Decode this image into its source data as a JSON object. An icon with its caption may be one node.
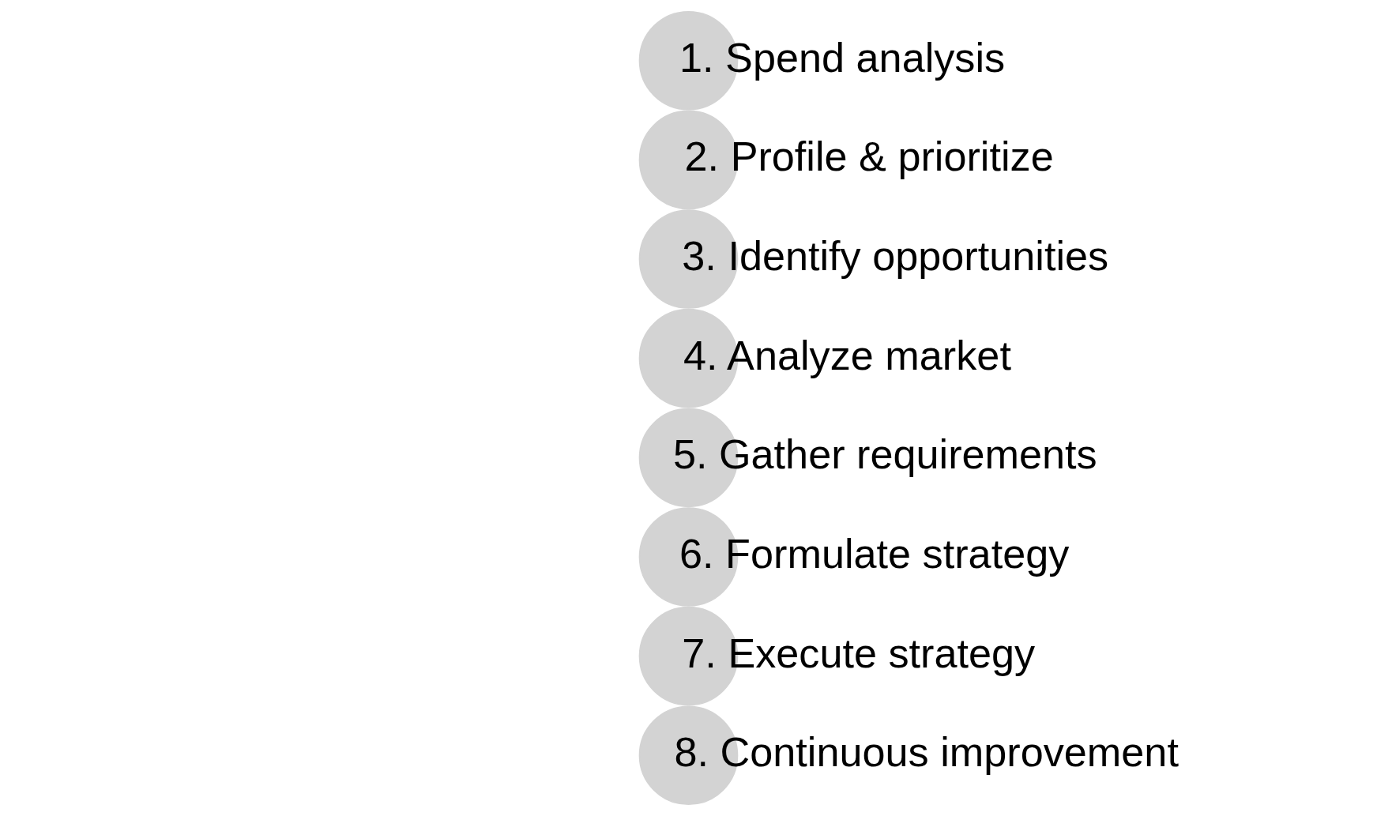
{
  "diagram": {
    "nodes": [
      {
        "text": [
          "1. Spend analysis"
        ]
      },
      {
        "text": [
          "2. Profile & prioritize"
        ]
      },
      {
        "text": [
          "3. Identify opportunities"
        ]
      },
      {
        "text": [
          "4. Analyze market"
        ]
      },
      {
        "text": [
          "5. Gather requirements"
        ]
      },
      {
        "text": [
          "6. Formulate strategy"
        ]
      },
      {
        "text": [
          "7. Execute strategy"
        ]
      },
      {
        "text": [
          "8. Continuous improvement"
        ]
      }
    ]
  }
}
